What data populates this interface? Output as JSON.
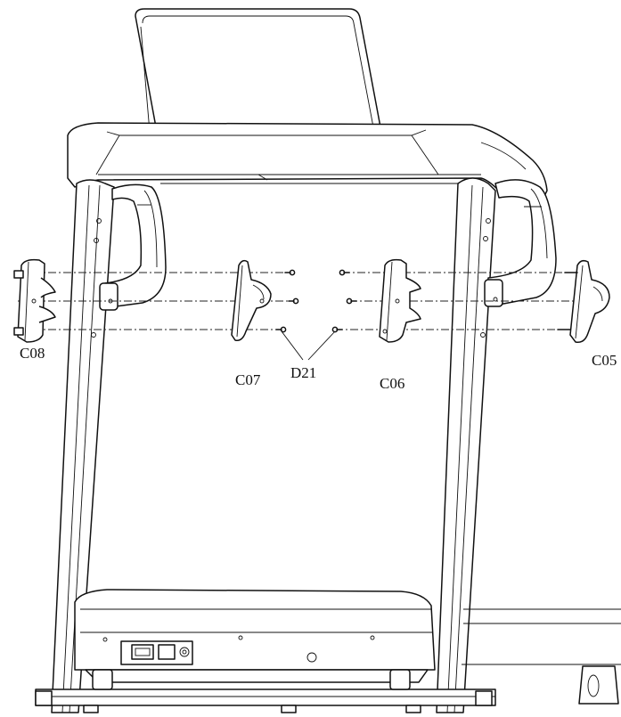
{
  "labels": {
    "c08": "C08",
    "c07": "C07",
    "d21": "D21",
    "c06": "C06",
    "c05": "C05"
  }
}
